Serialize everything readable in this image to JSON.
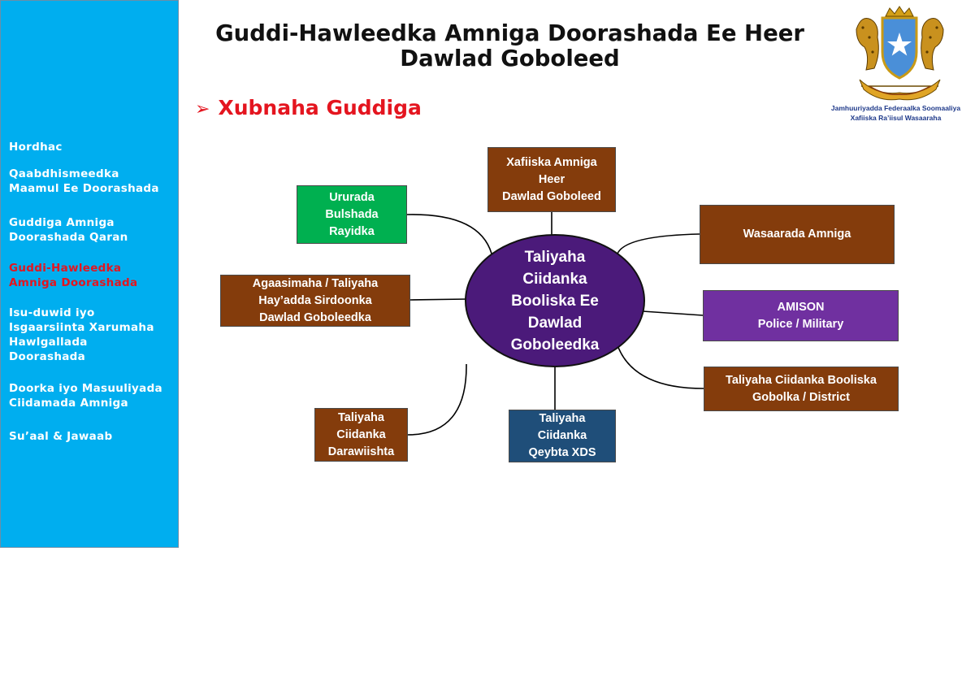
{
  "sidebar": {
    "items": [
      {
        "label": "Hordhac"
      },
      {
        "label": "Qaabdhismeedka\nMaamul Ee Doorashada"
      },
      {
        "label": "Guddiga Amniga\nDoorashada Qaran"
      },
      {
        "label": "Guddi-Hawleedka\nAmniga  Doorashada"
      },
      {
        "label": "Isu-duwid iyo\nIsgaarsiinta  Xarumaha\nHawlgallada\nDoorashada"
      },
      {
        "label": "Doorka iyo Masuuliyada\nCiidamada Amniga"
      },
      {
        "label": "Su’aal & Jawaab"
      }
    ]
  },
  "header": {
    "title_line1": "Guddi-Hawleedka Amniga Doorashada Ee Heer",
    "title_line2": "Dawlad Goboleed",
    "subtitle_arrow": "➢",
    "subtitle": "Xubnaha Guddiga"
  },
  "emblem": {
    "caption_line1": "Jamhuuriyadda Federaalka Soomaaliya",
    "caption_line2": "Xafiiska Ra’iisul Wasaaraha"
  },
  "colors": {
    "sidebar": "#00aeef",
    "accent_red": "#e4151f",
    "brown": "#843c0c",
    "green": "#00b050",
    "purple": "#7030a0",
    "navy": "#1f4e79",
    "center": "#4b1a7a"
  },
  "diagram": {
    "center": "Taliyaha\nCiidanka\nBooliska Ee\nDawlad\nGoboleedka",
    "nodes": {
      "xafiiska": "Xafiiska Amniga\nHeer\nDawlad Goboleed",
      "ururada": "Ururada\nBulshada\nRayidka",
      "wasaarada": "Wasaarada Amniga",
      "agaasimaha": "Agaasimaha / Taliyaha\nHay’adda Sirdoonka\nDawlad Goboleedka",
      "amison": "AMISON\nPolice / Military",
      "gobolka": "Taliyaha Ciidanka Booliska\nGobolka / District",
      "darawiishta": "Taliyaha\nCiidanka\nDarawiishta",
      "xds": "Taliyaha\nCiidanka\nQeybta XDS"
    }
  }
}
